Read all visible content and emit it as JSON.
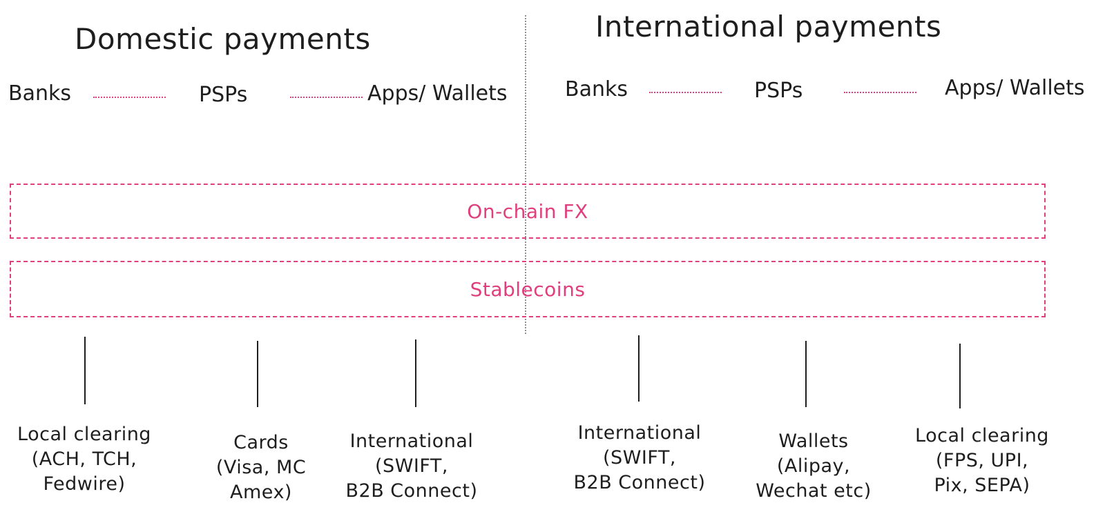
{
  "domestic": {
    "heading": "Domestic payments",
    "actors": [
      "Banks",
      "PSPs",
      "Apps/ Wallets"
    ],
    "rails": [
      {
        "lines": [
          "Local clearing",
          "(ACH, TCH,",
          "Fedwire)"
        ]
      },
      {
        "lines": [
          "Cards",
          "(Visa, MC",
          "Amex)"
        ]
      },
      {
        "lines": [
          "International",
          "(SWIFT,",
          "B2B Connect)"
        ]
      }
    ]
  },
  "international": {
    "heading": "International payments",
    "actors": [
      "Banks",
      "PSPs",
      "Apps/ Wallets"
    ],
    "rails": [
      {
        "lines": [
          "International",
          "(SWIFT,",
          "B2B Connect)"
        ]
      },
      {
        "lines": [
          "Wallets",
          "(Alipay,",
          "Wechat etc)"
        ]
      },
      {
        "lines": [
          "Local clearing",
          "(FPS, UPI,",
          "Pix, SEPA)"
        ]
      }
    ]
  },
  "layers": [
    {
      "label": "On-chain FX"
    },
    {
      "label": "Stablecoins"
    }
  ],
  "colors": {
    "accent": "#e03e7c",
    "ink": "#1e1e1e",
    "divider": "#8f8f8f"
  }
}
